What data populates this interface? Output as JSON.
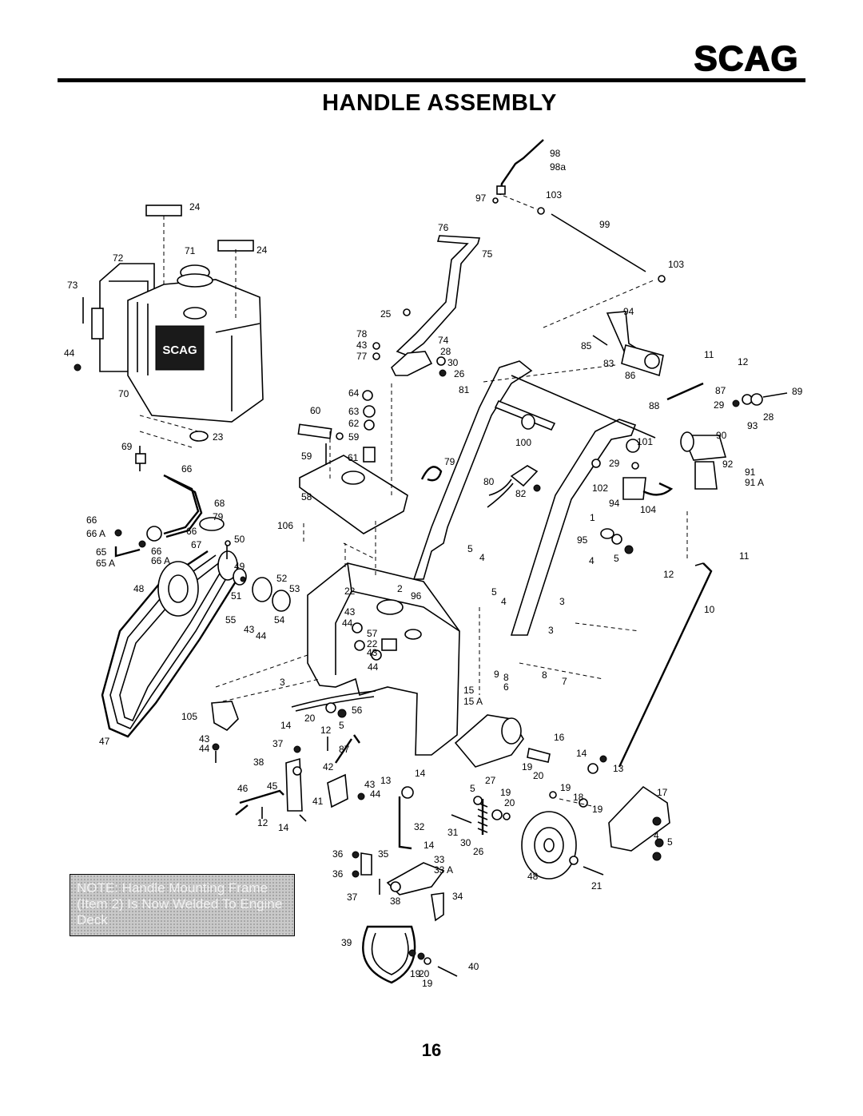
{
  "header": {
    "brand": "SCAG",
    "title": "HANDLE ASSEMBLY"
  },
  "note": {
    "lines": [
      "NOTE: Handle Mounting Frame",
      "(Item 2) Is Now Welded To Engine",
      "Deck"
    ]
  },
  "page_number": "16",
  "callouts": [
    "98",
    "98a",
    "97",
    "103",
    "99",
    "103",
    "76",
    "75",
    "24",
    "24",
    "72",
    "71",
    "73",
    "44",
    "70",
    "23",
    "69",
    "66",
    "68",
    "79",
    "66",
    "66 A",
    "66",
    "67",
    "50",
    "65",
    "65 A",
    "66",
    "66 A",
    "49",
    "48",
    "52",
    "53",
    "51",
    "55",
    "54",
    "43",
    "44",
    "47",
    "25",
    "74",
    "78",
    "43",
    "28",
    "77",
    "30",
    "26",
    "81",
    "94",
    "85",
    "83",
    "86",
    "11",
    "12",
    "87",
    "89",
    "88",
    "29",
    "28",
    "93",
    "90",
    "101",
    "100",
    "60",
    "64",
    "63",
    "62",
    "59",
    "59",
    "61",
    "79",
    "58",
    "106",
    "80",
    "82",
    "29",
    "102",
    "92",
    "91",
    "91 A",
    "94",
    "104",
    "1",
    "95",
    "4",
    "5",
    "5",
    "4",
    "2",
    "22",
    "96",
    "43",
    "44",
    "57",
    "22",
    "43",
    "44",
    "5",
    "4",
    "3",
    "3",
    "9",
    "8",
    "8",
    "7",
    "6",
    "11",
    "12",
    "10",
    "3",
    "20",
    "56",
    "5",
    "15",
    "15 A",
    "105",
    "14",
    "12",
    "37",
    "87",
    "42",
    "38",
    "43",
    "44",
    "16",
    "14",
    "13",
    "19",
    "20",
    "19",
    "18",
    "45",
    "46",
    "41",
    "43",
    "13",
    "14",
    "44",
    "12",
    "14",
    "5",
    "27",
    "19",
    "20",
    "17",
    "19",
    "32",
    "31",
    "30",
    "26",
    "14",
    "36",
    "35",
    "33",
    "33 A",
    "36",
    "4",
    "5",
    "48",
    "21",
    "37",
    "38",
    "34",
    "39",
    "40",
    "19",
    "20",
    "19"
  ]
}
